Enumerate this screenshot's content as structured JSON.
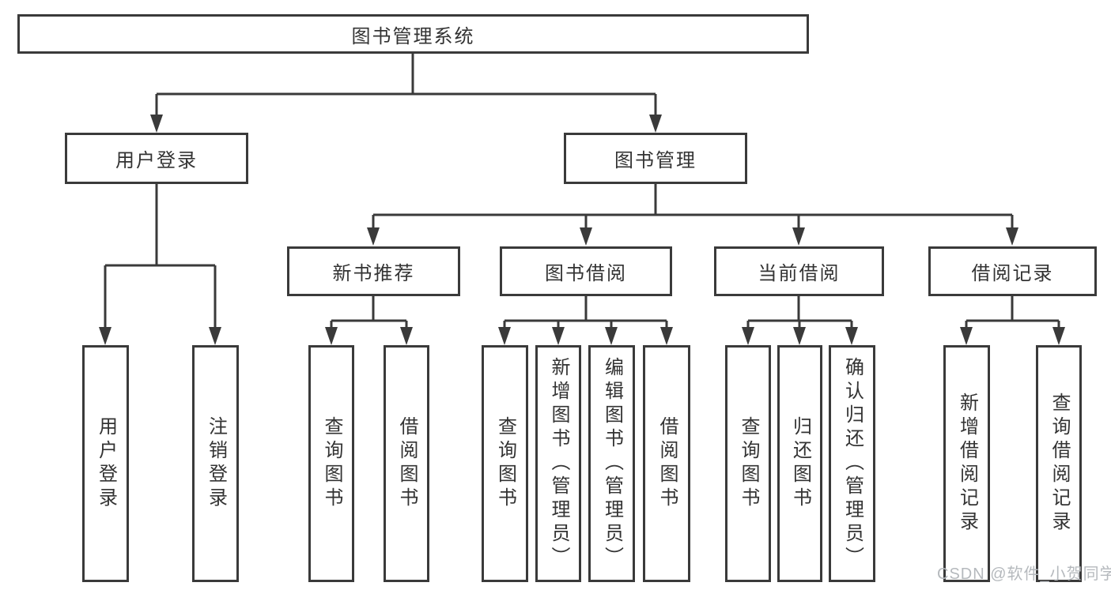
{
  "tree": {
    "root": "图书管理系统",
    "branches": [
      {
        "label": "用户登录",
        "children": [
          "用户登录",
          "注销登录"
        ]
      },
      {
        "label": "图书管理",
        "sections": [
          {
            "label": "新书推荐",
            "children": [
              "查询图书",
              "借阅图书"
            ]
          },
          {
            "label": "图书借阅",
            "children": [
              "查询图书",
              "新增图书（管理员）",
              "编辑图书（管理员）",
              "借阅图书"
            ]
          },
          {
            "label": "当前借阅",
            "children": [
              "查询图书",
              "归还图书",
              "确认归还（管理员）"
            ]
          },
          {
            "label": "借阅记录",
            "children": [
              "新增借阅记录",
              "查询借阅记录"
            ]
          }
        ]
      }
    ]
  },
  "watermark": {
    "text": "CSDN @软件_小贺同学"
  },
  "colors": {
    "line": "#3a3a3a",
    "box_border": "#3a3a3a",
    "text": "#333333",
    "watermark": "#b5b9bd",
    "background": "#ffffff"
  }
}
